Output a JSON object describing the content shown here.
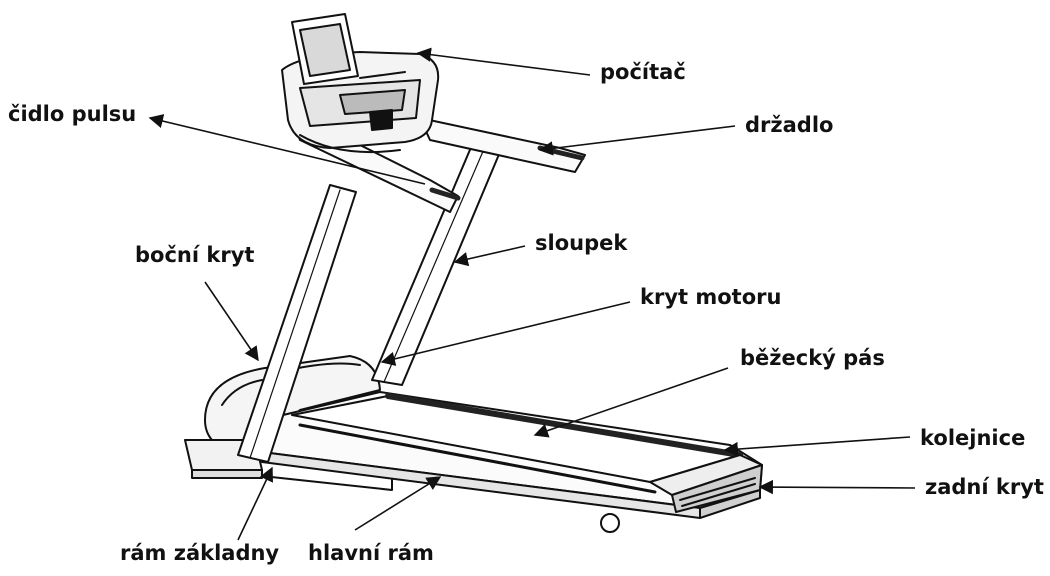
{
  "labels": {
    "pocitac": "počítač",
    "cidlo_pulsu": "čidlo pulsu",
    "drzadlo": "držadlo",
    "bocni_kryt": "boční kryt",
    "sloupek": "sloupek",
    "kryt_motoru": "kryt motoru",
    "bezecky_pas": "běžecký pás",
    "kolejnice": "kolejnice",
    "zadni_kryt": "zadní kryt",
    "ram_zakladny": "rám základny",
    "hlavni_ram": "hlavní rám"
  },
  "colors": {
    "line": "#111111",
    "fill_light": "#f2f2f2",
    "fill_dark": "#222222",
    "background": "#ffffff"
  }
}
